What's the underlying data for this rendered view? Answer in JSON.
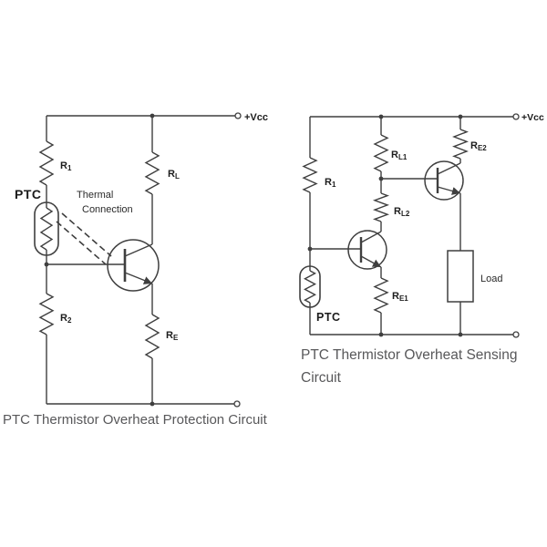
{
  "colors": {
    "background": "#ffffff",
    "line": "#3f3f3f",
    "label_text": "#1c1c1c",
    "caption_text": "#58585a"
  },
  "left_circuit": {
    "caption": "PTC Thermistor Overheat Protection Circuit",
    "supply_label": "+Vcc",
    "ptc_label": "PTC",
    "thermal_note_line1": "Thermal",
    "thermal_note_line2": "Connection",
    "resistors": {
      "r1": {
        "main": "R",
        "sub": "1"
      },
      "rl": {
        "main": "R",
        "sub": "L"
      },
      "r2": {
        "main": "R",
        "sub": "2"
      },
      "re": {
        "main": "R",
        "sub": "E"
      }
    }
  },
  "right_circuit": {
    "caption_line1": "PTC Thermistor Overheat Sensing",
    "caption_line2": "Circuit",
    "supply_label": "+Vcc",
    "ptc_label": "PTC",
    "load_label": "Load",
    "resistors": {
      "r1": {
        "main": "R",
        "sub": "1"
      },
      "rl1": {
        "main": "R",
        "sub": "L1"
      },
      "rl2": {
        "main": "R",
        "sub": "L2"
      },
      "re1": {
        "main": "R",
        "sub": "E1"
      },
      "re2": {
        "main": "R",
        "sub": "E2"
      }
    }
  }
}
